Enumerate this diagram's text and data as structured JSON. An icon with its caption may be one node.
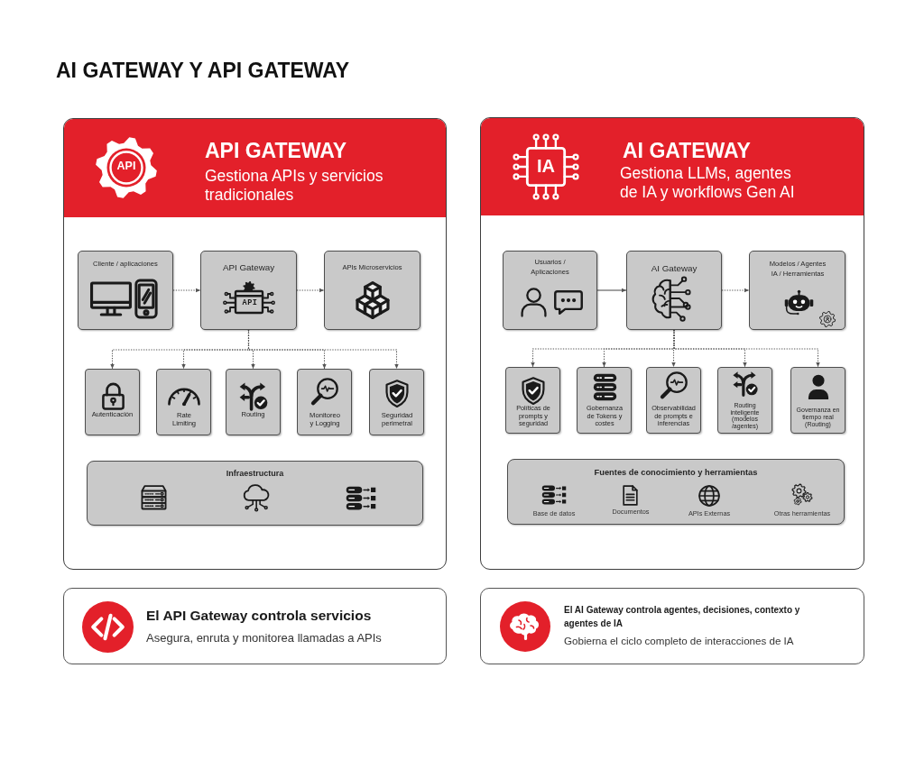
{
  "diagram": {
    "title": "AI GATEWAY Y API GATEWAY",
    "nodes": [
      {
        "text": [
          "API GATEWAY",
          "Gestiona APIs y servicios tradicionales"
        ]
      },
      {
        "text": [
          "Cliente / aplicaciones"
        ],
        "in": 0
      },
      {
        "text": [
          "API Gateway"
        ],
        "in": 0
      },
      {
        "text": [
          "APIs Microservicios"
        ],
        "in": 0
      },
      {
        "text": [
          "Autenticación"
        ],
        "in": 0
      },
      {
        "text": [
          "Rate Limiting"
        ],
        "in": 0
      },
      {
        "text": [
          "Routing"
        ],
        "in": 0
      },
      {
        "text": [
          "Monitoreo y Logging"
        ],
        "in": 0
      },
      {
        "text": [
          "Seguridad perimetral"
        ],
        "in": 0
      },
      {
        "text": [
          "Infraestructura"
        ],
        "in": 0
      },
      {
        "text": [
          "AI GATEWAY",
          "Gestiona LLMs, agentes de IA y workflows Gen AI"
        ]
      },
      {
        "text": [
          "Usuarios / Aplicaciones"
        ],
        "in": 10
      },
      {
        "text": [
          "AI Gateway"
        ],
        "in": 10
      },
      {
        "text": [
          "Modelos / Agentes IA / Herramientas"
        ],
        "in": 10
      },
      {
        "text": [
          "Políticas de prompts y seguridad"
        ],
        "in": 10
      },
      {
        "text": [
          "Gobernanza de Tokens y costes"
        ],
        "in": 10
      },
      {
        "text": [
          "Observabilidad de prompts e inferencias"
        ],
        "in": 10
      },
      {
        "text": [
          "Routing inteligente (modelos /agentes)"
        ],
        "in": 10
      },
      {
        "text": [
          "Governanza en tiempo real (Routing)"
        ],
        "in": 10
      },
      {
        "text": [
          "Fuentes de conocimiento y herramientas",
          "Base de datos",
          "Documentos",
          "APIs Externas",
          "Otras herramientas"
        ],
        "in": 10
      },
      {
        "text": [
          "El API Gateway controla servicios",
          "Asegura, enruta y monitorea llamadas a APIs"
        ]
      },
      {
        "text": [
          "El AI Gateway controla agentes, decisiones, contexto y agentes de IA",
          "Gobierna el ciclo completo de interacciones de IA"
        ]
      }
    ],
    "edges": [
      {
        "from": 1,
        "to": 2,
        "arrow": "to",
        "style": "dashed"
      },
      {
        "from": 2,
        "to": 3,
        "arrow": "to",
        "style": "dashed"
      },
      {
        "from": 2,
        "to": 4,
        "arrow": "to",
        "style": "dashed"
      },
      {
        "from": 2,
        "to": 5,
        "arrow": "to",
        "style": "dashed"
      },
      {
        "from": 2,
        "to": 6,
        "arrow": "to",
        "style": "dashed"
      },
      {
        "from": 2,
        "to": 7,
        "arrow": "to",
        "style": "dashed"
      },
      {
        "from": 2,
        "to": 8,
        "arrow": "to",
        "style": "dashed"
      },
      {
        "from": 11,
        "to": 12,
        "arrow": "to"
      },
      {
        "from": 12,
        "to": 13,
        "arrow": "to",
        "style": "dashed"
      },
      {
        "from": 12,
        "to": 14,
        "arrow": "to",
        "style": "dashed"
      },
      {
        "from": 12,
        "to": 15,
        "arrow": "to",
        "style": "dashed"
      },
      {
        "from": 12,
        "to": 16,
        "arrow": "to",
        "style": "dashed"
      },
      {
        "from": 12,
        "to": 17,
        "arrow": "to",
        "style": "dashed"
      },
      {
        "from": 12,
        "to": 18,
        "arrow": "to",
        "style": "dashed"
      }
    ],
    "labels": [
      "API",
      "IA",
      "API"
    ]
  }
}
